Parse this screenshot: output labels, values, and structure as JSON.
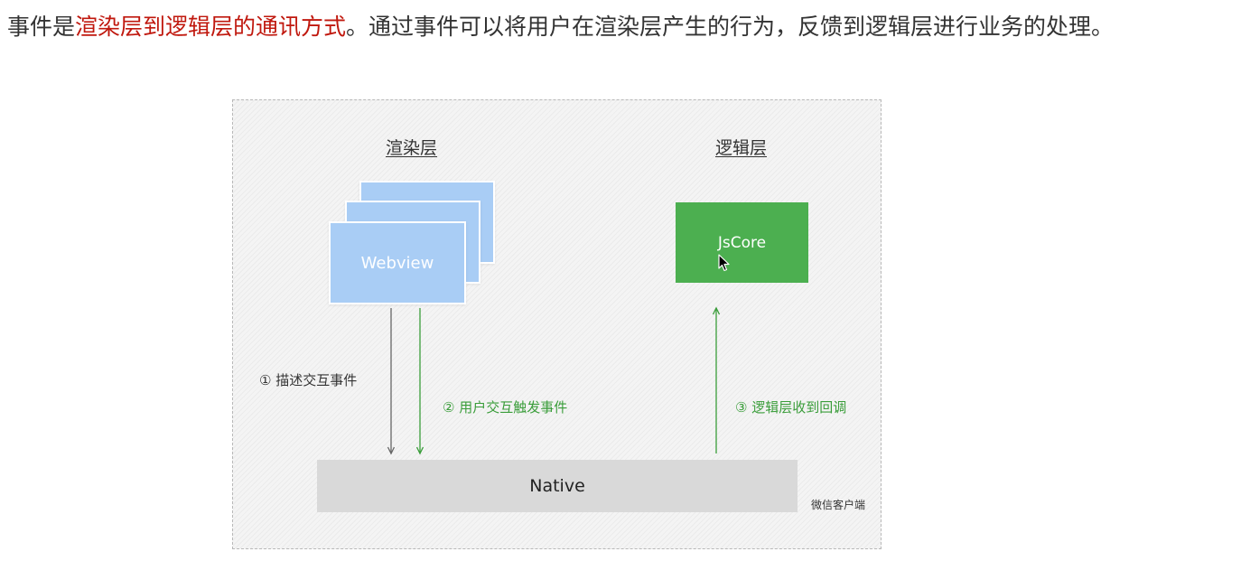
{
  "intro": {
    "prefix": "事件是",
    "highlight": "渲染层到逻辑层的通讯方式",
    "suffix": "。通过事件可以将用户在渲染层产生的行为，反馈到逻辑层进行业务的处理。"
  },
  "diagram": {
    "render_layer_title": "渲染层",
    "logic_layer_title": "逻辑层",
    "webview_label": "Webview",
    "jscore_label": "JsCore",
    "native_label": "Native",
    "client_label": "微信客户端",
    "step1": "① 描述交互事件",
    "step2": "② 用户交互触发事件",
    "step3": "③ 逻辑层收到回调",
    "colors": {
      "webview": "#a9cdf5",
      "jscore": "#4caf50",
      "native": "#d9d9d9",
      "highlight_text": "#c0180e",
      "green_arrow": "#3a9d3a",
      "gray_arrow": "#666666"
    }
  }
}
